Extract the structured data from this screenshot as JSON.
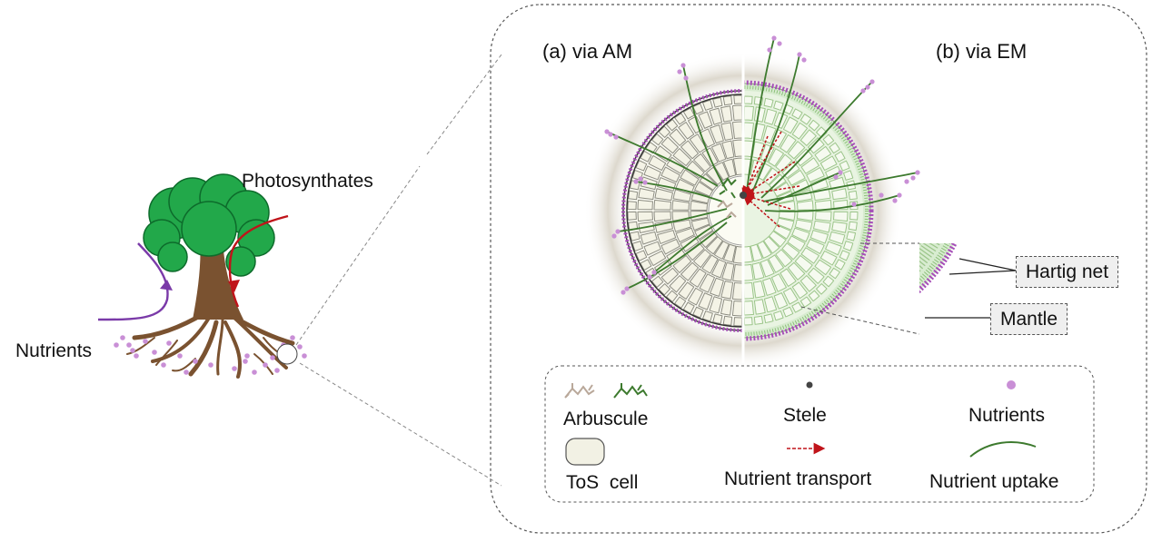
{
  "tree": {
    "photosynthates_label": "Photosynthates",
    "nutrients_label": "Nutrients"
  },
  "panel": {
    "am_title": "(a) via AM",
    "em_title": "(b) via EM",
    "hartig_label": "Hartig net",
    "mantle_label": "Mantle"
  },
  "legend": {
    "arbuscule": "Arbuscule",
    "stele": "Stele",
    "nutrients": "Nutrients",
    "tos_cell": "ToS  cell",
    "nutrient_transport": "Nutrient transport",
    "nutrient_uptake": "Nutrient uptake"
  },
  "colors": {
    "foliage": "#22a84a",
    "foliage_edge": "#0d6b2b",
    "trunk": "#7a5230",
    "root": "#7a5230",
    "nutrient_dot": "#c98fd6",
    "nutrient_arrow": "#7a3aa8",
    "photosynthate_arrow": "#c0141a",
    "hypha": "#3d7a2e",
    "em_cell": "#d8ecd0",
    "cell": "#f4f4ea",
    "mantle": "#a64fb8"
  }
}
